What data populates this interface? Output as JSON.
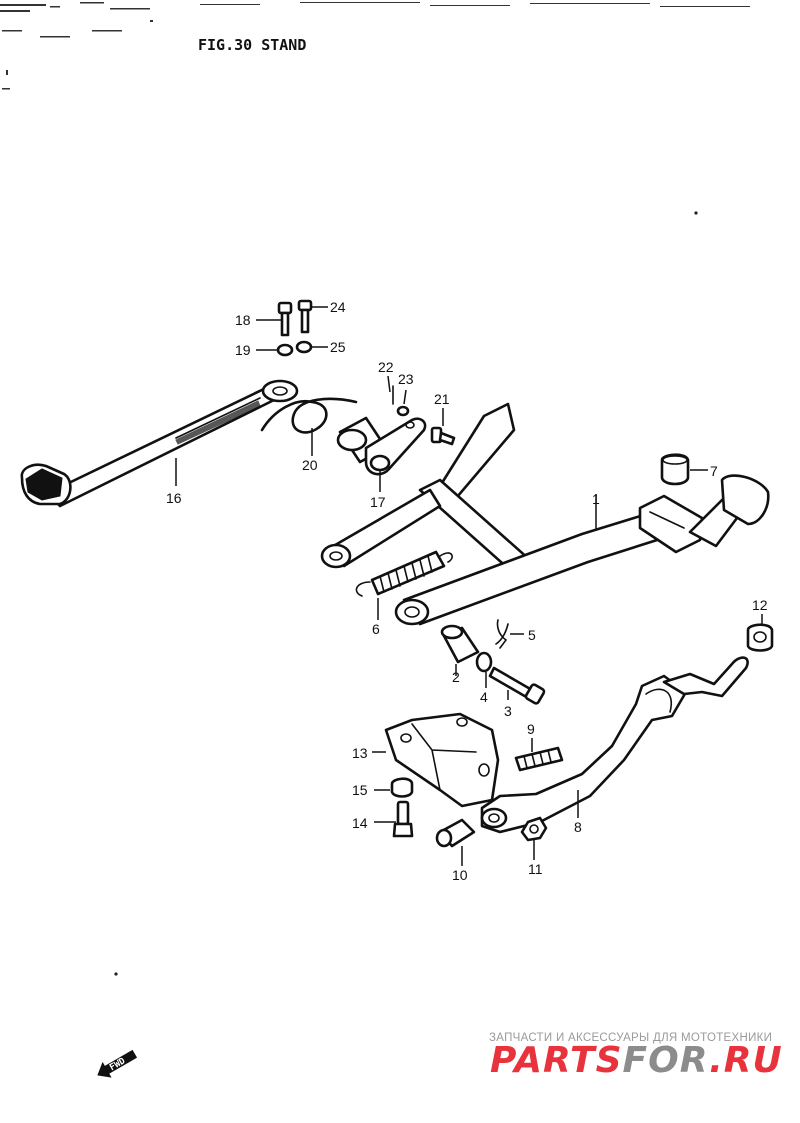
{
  "figure": {
    "title": "FIG.30  STAND"
  },
  "callouts": [
    {
      "id": "c1",
      "label": "1"
    },
    {
      "id": "c2",
      "label": "2"
    },
    {
      "id": "c3",
      "label": "3"
    },
    {
      "id": "c4",
      "label": "4"
    },
    {
      "id": "c5",
      "label": "5"
    },
    {
      "id": "c6",
      "label": "6"
    },
    {
      "id": "c7",
      "label": "7"
    },
    {
      "id": "c8",
      "label": "8"
    },
    {
      "id": "c9",
      "label": "9"
    },
    {
      "id": "c10",
      "label": "10"
    },
    {
      "id": "c11",
      "label": "11"
    },
    {
      "id": "c12",
      "label": "12"
    },
    {
      "id": "c13",
      "label": "13"
    },
    {
      "id": "c14",
      "label": "14"
    },
    {
      "id": "c15",
      "label": "15"
    },
    {
      "id": "c16",
      "label": "16"
    },
    {
      "id": "c17",
      "label": "17"
    },
    {
      "id": "c18",
      "label": "18"
    },
    {
      "id": "c19",
      "label": "19"
    },
    {
      "id": "c20",
      "label": "20"
    },
    {
      "id": "c21",
      "label": "21"
    },
    {
      "id": "c22",
      "label": "22"
    },
    {
      "id": "c23",
      "label": "23"
    },
    {
      "id": "c24",
      "label": "24"
    },
    {
      "id": "c25",
      "label": "25"
    }
  ],
  "direction_marker": {
    "label": "FWD"
  },
  "watermark": {
    "tagline": "ЗАПЧАСТИ И АКСЕССУАРЫ ДЛЯ МОТОТЕХНИКИ",
    "brand_part1": "PARTS",
    "brand_part2": "FOR",
    "brand_part3": ".RU",
    "colors": {
      "red": "#e8323c",
      "gray": "#8c8c8c",
      "tagline": "#9a9a9a"
    }
  }
}
